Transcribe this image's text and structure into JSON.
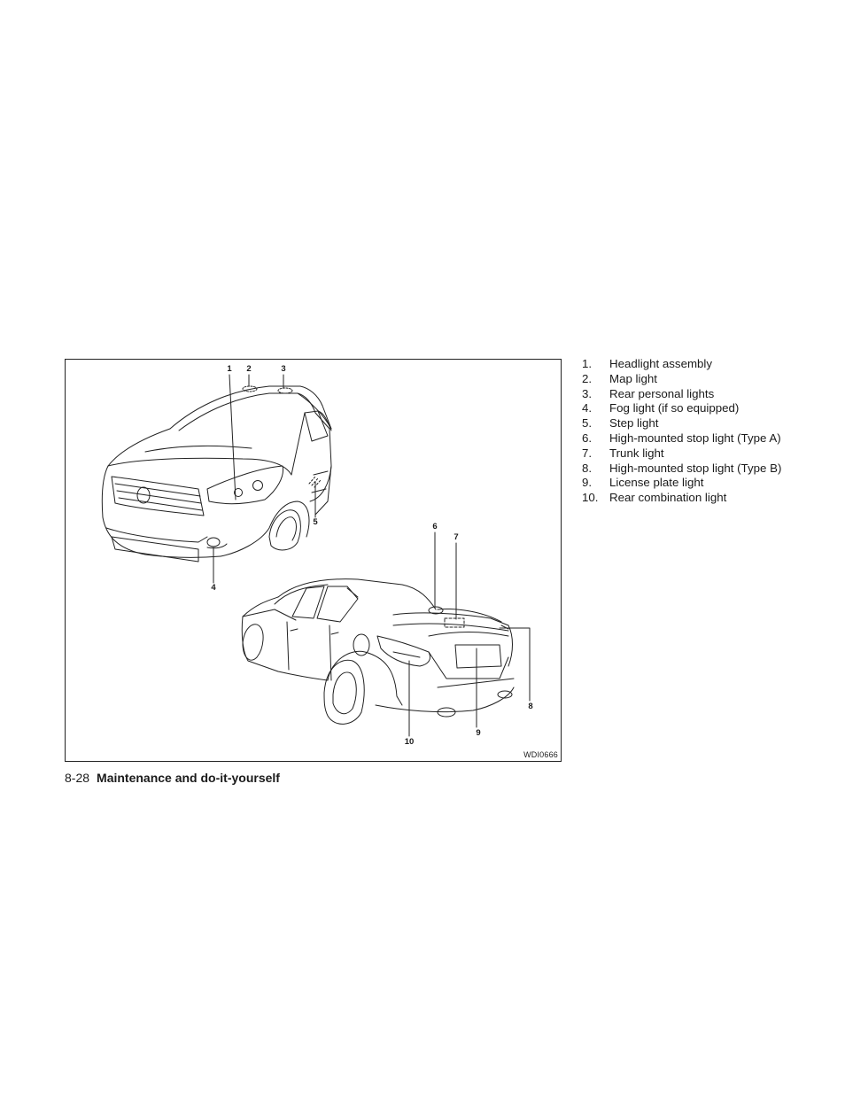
{
  "figure": {
    "code": "WDI0666",
    "callouts": {
      "c1": "1",
      "c2": "2",
      "c3": "3",
      "c4": "4",
      "c5": "5",
      "c6": "6",
      "c7": "7",
      "c8": "8",
      "c9": "9",
      "c10": "10"
    }
  },
  "legend": [
    {
      "num": "1.",
      "label": "Headlight assembly"
    },
    {
      "num": "2.",
      "label": "Map light"
    },
    {
      "num": "3.",
      "label": "Rear personal lights"
    },
    {
      "num": "4.",
      "label": "Fog light (if so equipped)"
    },
    {
      "num": "5.",
      "label": "Step light"
    },
    {
      "num": "6.",
      "label": "High-mounted stop light (Type A)"
    },
    {
      "num": "7.",
      "label": "Trunk light"
    },
    {
      "num": "8.",
      "label": "High-mounted stop light (Type B)"
    },
    {
      "num": "9.",
      "label": "License plate light"
    },
    {
      "num": "10.",
      "label": "Rear combination light"
    }
  ],
  "footer": {
    "page": "8-28",
    "section": "Maintenance and do-it-yourself"
  }
}
